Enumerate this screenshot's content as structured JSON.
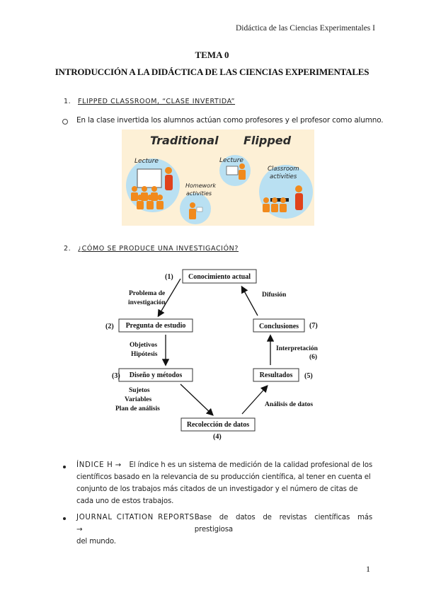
{
  "header": {
    "course": "Didáctica de las Ciencias Experimentales I"
  },
  "titles": {
    "tema": "TEMA 0",
    "main": "INTRODUCCIÓN A LA DIDÁCTICA DE LAS CIENCIAS EXPERIMENTALES"
  },
  "section1": {
    "number": "1.",
    "label": "FLIPPED CLASSROOM, “CLASE INVERTIDA”",
    "bullet": "En la clase invertida los alumnos actúan como profesores y el profesor como alumno."
  },
  "illustration": {
    "traditional": "Traditional",
    "flipped": "Flipped",
    "lecture_left": "Lecture",
    "lecture_right": "Lecture",
    "homework_line1": "Homework",
    "homework_line2": "activities",
    "classroom_line1": "Classroom",
    "classroom_line2": "activities"
  },
  "section2": {
    "number": "2.",
    "label": "¿CÓMO SE PRODUCE UNA INVESTIGACIÓN?"
  },
  "diagram": {
    "step1_num": "(1)",
    "step1": "Conocimiento actual",
    "step2_num": "(2)",
    "step2": "Pregunta de estudio",
    "step3_num": "(3)",
    "step3": "Diseño y métodos",
    "step4": "Recolección de datos",
    "step4_num": "(4)",
    "step5": "Resultados",
    "step5_num": "(5)",
    "step6_label": "Interpretación",
    "step6_num": "(6)",
    "step7": "Conclusiones",
    "step7_num": "(7)",
    "problema_line1": "Problema de",
    "problema_line2": "investigación",
    "difusion": "Difusión",
    "objetivos": "Objetivos",
    "hipotesis": "Hipótesis",
    "sujetos": "Sujetos",
    "variables": "Variables",
    "plan": "Plan de análisis",
    "analisis": "Análisis de datos"
  },
  "bullets": {
    "indice_h_kw": "ÍNDICE H",
    "indice_h_arrow": "→",
    "indice_h_text1": "El índice h es un sistema de medición de la calidad profesional de los",
    "indice_h_text2": "científicos basado en la relevancia de su producción científica, al tener en cuenta el",
    "indice_h_text3": "conjunto de los trabajos más citados de un investigador y el número de citas de",
    "indice_h_text4": "cada uno de estos trabajos.",
    "jcr_kw": "JOURNAL CITATION REPORTS",
    "jcr_arrow": "→",
    "jcr_text1": "Base de datos de revistas científicas más prestigiosa",
    "jcr_text2": "del mundo."
  },
  "footer": {
    "page": "1"
  },
  "colors": {
    "illus_bg": "#fdf0d6",
    "circle_blue": "#b9e0f2",
    "person_orange": "#f18a1c"
  }
}
